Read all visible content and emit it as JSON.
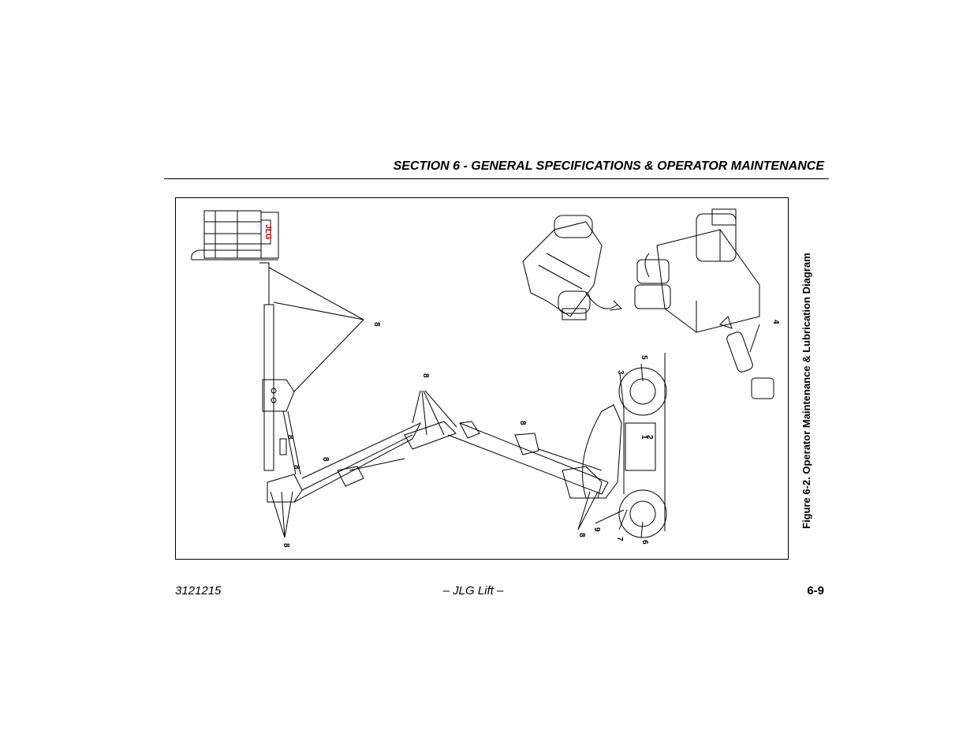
{
  "header": {
    "title": "SECTION 6 - GENERAL SPECIFICATIONS & OPERATOR MAINTENANCE"
  },
  "figure": {
    "caption": "Figure 6-2. Operator Maintenance & Lubrication Diagram",
    "callouts": [
      "8",
      "8",
      "8",
      "8",
      "8",
      "8",
      "8",
      "8",
      "3",
      "5",
      "1",
      "2",
      "4",
      "6",
      "7",
      "9"
    ],
    "logo_text": "JLG"
  },
  "footer": {
    "doc_number": "3121215",
    "center": "– JLG Lift –",
    "page": "6-9"
  }
}
